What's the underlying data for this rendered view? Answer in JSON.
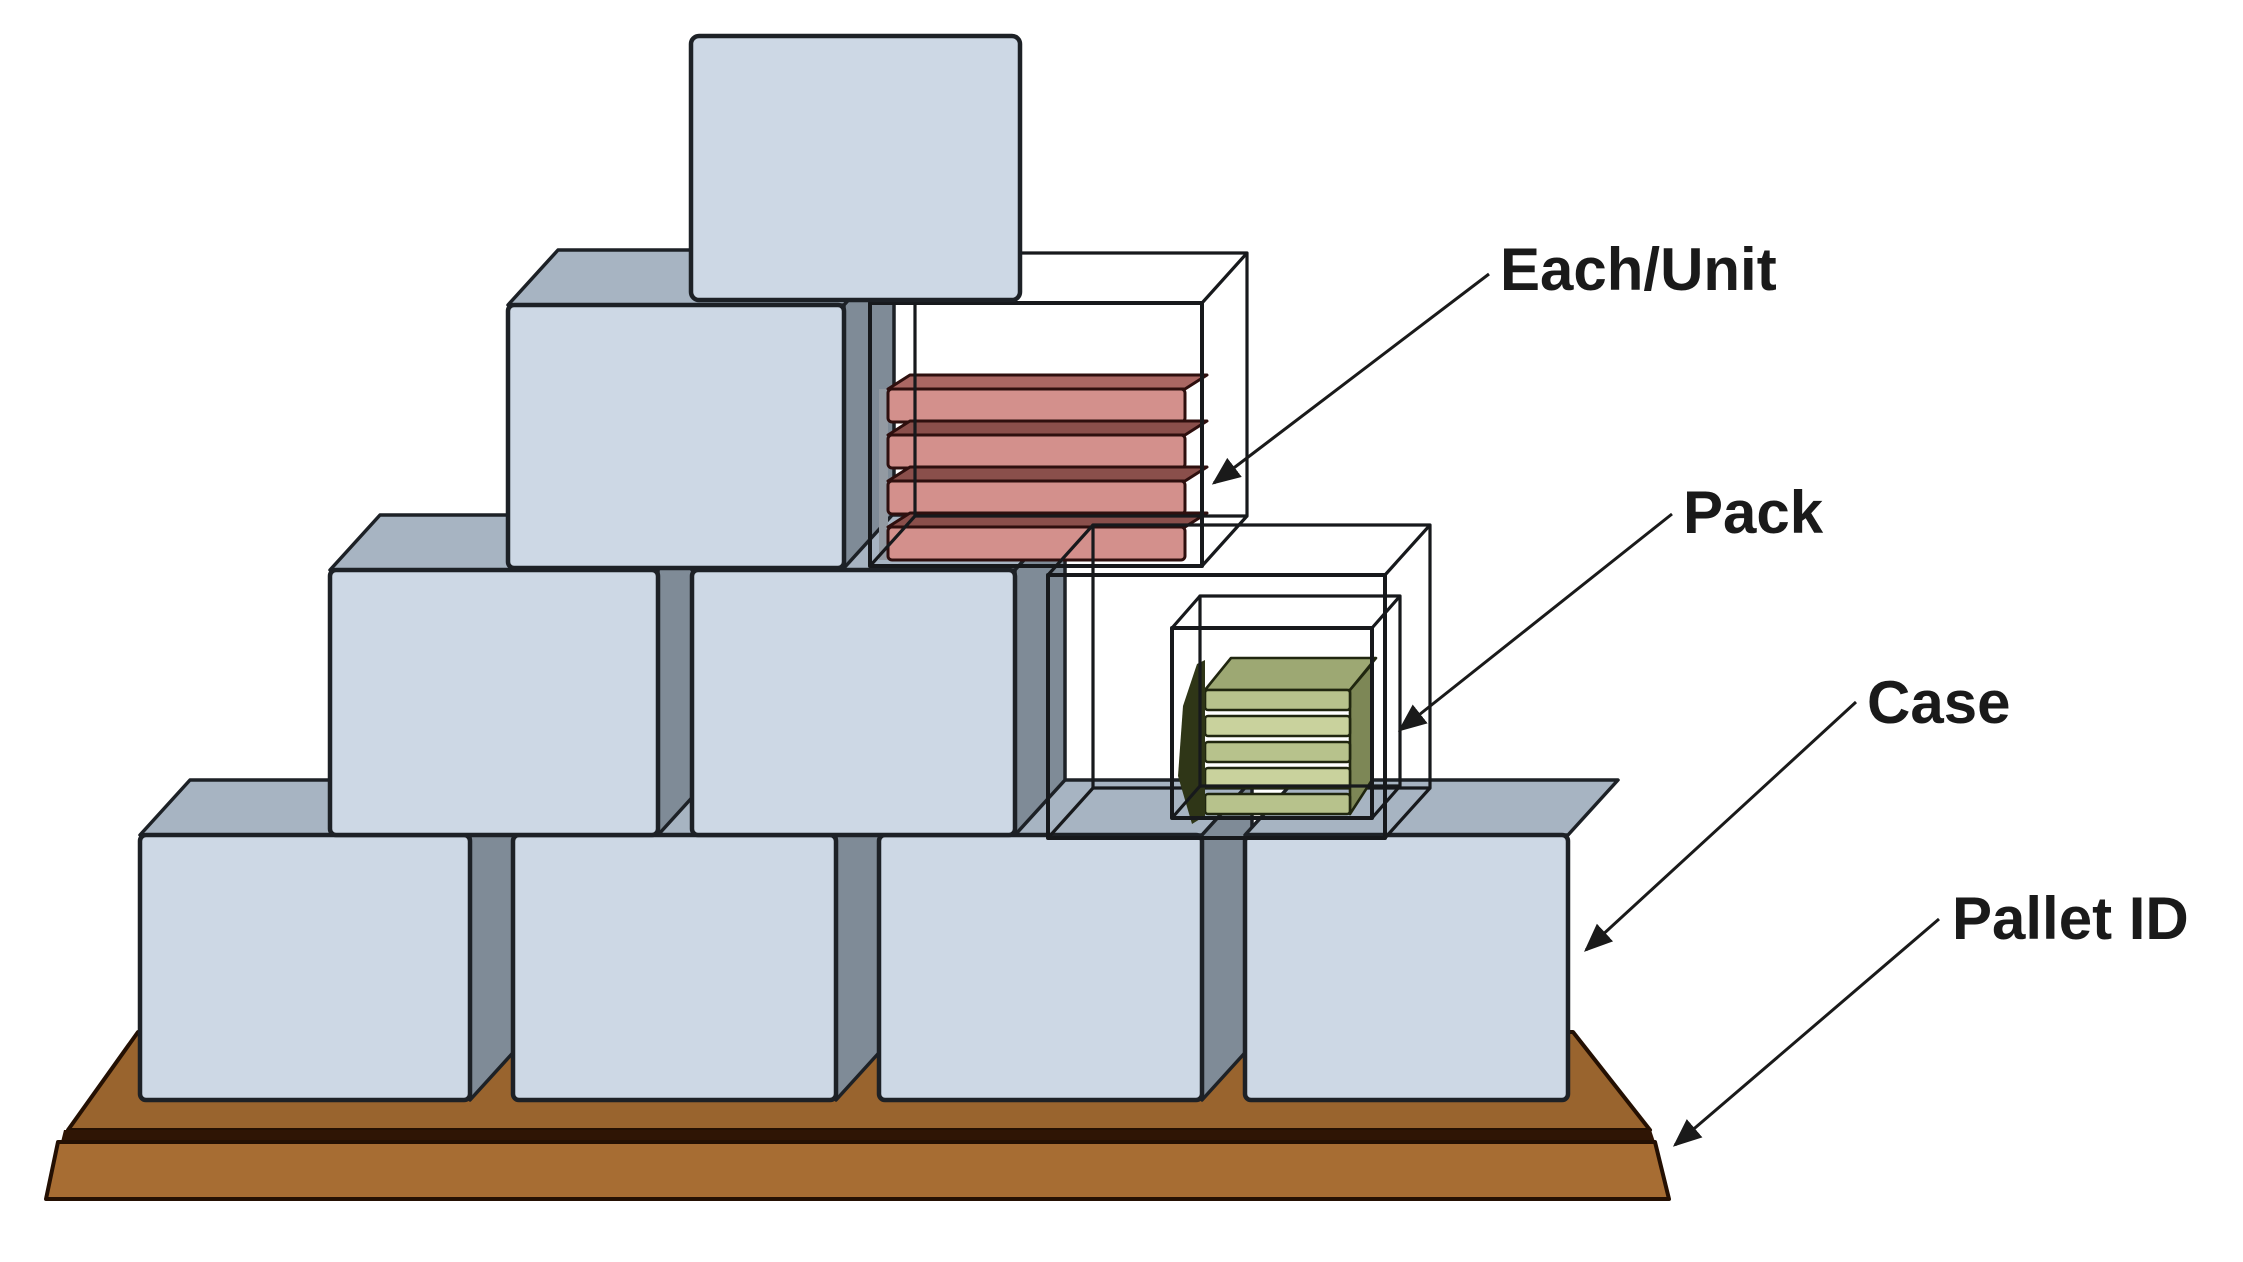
{
  "annotations": {
    "each_unit": {
      "label": "Each/Unit"
    },
    "pack": {
      "label": "Pack"
    },
    "case": {
      "label": "Case"
    },
    "pallet_id": {
      "label": "Pallet ID"
    }
  },
  "inventory": {
    "solid_cases_bottom_row": 4,
    "solid_cases_third_row": 2,
    "solid_cases_second_row": 1,
    "solid_cases_top_row": 1,
    "transparent_cases": 2,
    "each_unit_slabs": 4,
    "pack_slabs": 5
  },
  "colors": {
    "background": "#ffffff",
    "case_front": "#cdd8e5",
    "case_top": "#a7b4c2",
    "case_side": "#7f8b97",
    "unit_slab_front": "#d3908c",
    "unit_slab_top": "#aa6763",
    "unit_slab_top_shadow": "#8a4f4b",
    "unit_slab_end": "#939aa2",
    "pack_slab_front": "#c9d29d",
    "pack_slab_front_alt": "#b7c28c",
    "pack_top": "#9da873",
    "pack_side_right": "#7d8756",
    "pack_side_dark": "#2f3617",
    "pallet_deck_top": "#99642e",
    "pallet_divider": "#2f1505",
    "pallet_base": "#a76d33",
    "outline": "#1d2126",
    "label_color": "#1a1a1a"
  }
}
